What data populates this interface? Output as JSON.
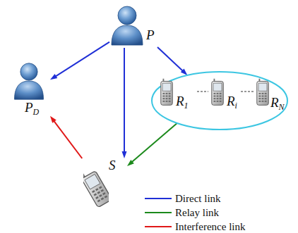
{
  "diagram": {
    "nodes": [
      {
        "text": [
          "P"
        ]
      },
      {
        "text": [
          "PD"
        ]
      },
      {
        "text": []
      },
      {
        "text": [
          "R1"
        ],
        "in": 2
      },
      {
        "text": [
          "Ri"
        ],
        "in": 2
      },
      {
        "text": [
          "RN"
        ],
        "in": 2
      },
      {
        "text": [
          "S"
        ]
      }
    ],
    "edges": [
      {
        "from": 0,
        "to": 1,
        "arrow": "to"
      },
      {
        "from": 0,
        "to": 6,
        "arrow": "to"
      },
      {
        "from": 0,
        "to": 2,
        "arrow": "to"
      },
      {
        "from": 2,
        "to": 6,
        "arrow": "to"
      },
      {
        "from": 6,
        "to": 1,
        "arrow": "to"
      }
    ],
    "legend": [
      {
        "text": "Direct link"
      },
      {
        "text": "Relay link"
      },
      {
        "text": "Interference link"
      }
    ]
  }
}
